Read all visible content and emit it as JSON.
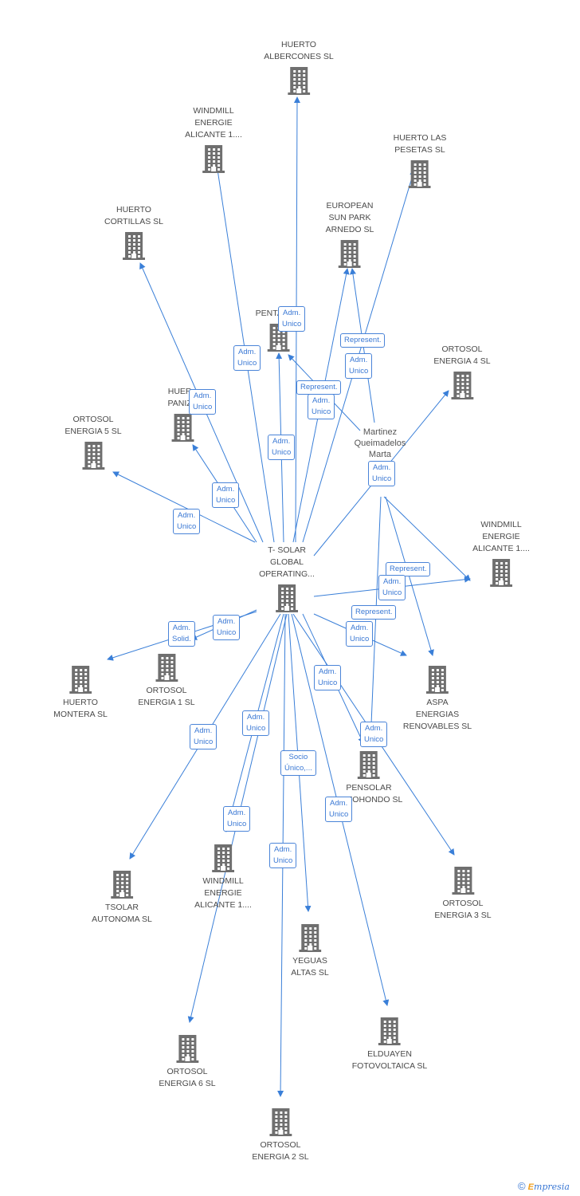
{
  "colors": {
    "edge": "#3a7fd8",
    "icon": "#6f6f6f",
    "label": "#4a4a4a"
  },
  "nodes": [
    {
      "id": "center",
      "lines": [
        "T- SOLAR",
        "GLOBAL",
        "OPERATING..."
      ],
      "icon": "building-icon"
    },
    {
      "id": "albercones",
      "lines": [
        "HUERTO",
        "ALBERCONES SL"
      ],
      "icon": "building-icon"
    },
    {
      "id": "windmill_top",
      "lines": [
        "WINDMILL",
        "ENERGIE",
        "ALICANTE 1...."
      ],
      "icon": "building-icon"
    },
    {
      "id": "pesetas",
      "lines": [
        "HUERTO LAS",
        "PESETAS SL"
      ],
      "icon": "building-icon"
    },
    {
      "id": "european",
      "lines": [
        "EUROPEAN",
        "SUN PARK",
        "ARNEDO SL"
      ],
      "icon": "building-icon"
    },
    {
      "id": "cortillas",
      "lines": [
        "HUERTO",
        "CORTILLAS SL"
      ],
      "icon": "building-icon"
    },
    {
      "id": "pentas",
      "lines": [
        "PENTAS  ...L"
      ],
      "icon": "building-icon"
    },
    {
      "id": "ortosol4",
      "lines": [
        "ORTOSOL",
        "ENERGIA 4 SL"
      ],
      "icon": "building-icon"
    },
    {
      "id": "panizo",
      "lines": [
        "HUER...",
        "PANIZ..."
      ],
      "icon": "building-icon"
    },
    {
      "id": "ortosol5",
      "lines": [
        "ORTOSOL",
        "ENERGIA 5 SL"
      ],
      "icon": "building-icon"
    },
    {
      "id": "person",
      "lines": [
        "Martinez",
        "Queimadelos",
        "Marta"
      ],
      "icon": "person-icon"
    },
    {
      "id": "windmill_right",
      "lines": [
        "WINDMILL",
        "ENERGIE",
        "ALICANTE 1...."
      ],
      "icon": "building-icon"
    },
    {
      "id": "montera",
      "lines": [
        "HUERTO",
        "MONTERA SL"
      ],
      "icon": "building-icon"
    },
    {
      "id": "ortosol1",
      "lines": [
        "ORTOSOL",
        "ENERGIA 1 SL"
      ],
      "icon": "building-icon"
    },
    {
      "id": "aspa",
      "lines": [
        "ASPA",
        "ENERGIAS",
        "RENOVABLES SL"
      ],
      "icon": "building-icon"
    },
    {
      "id": "pensolar",
      "lines": [
        "PENSOLAR",
        "POZOHONDO SL"
      ],
      "icon": "building-icon"
    },
    {
      "id": "tsolar_autonoma",
      "lines": [
        "TSOLAR",
        "AUTONOMA  SL"
      ],
      "icon": "building-icon"
    },
    {
      "id": "windmill_bottom",
      "lines": [
        "WINDMILL",
        "ENERGIE",
        "ALICANTE 1...."
      ],
      "icon": "building-icon"
    },
    {
      "id": "ortosol3",
      "lines": [
        "ORTOSOL",
        "ENERGIA 3 SL"
      ],
      "icon": "building-icon"
    },
    {
      "id": "yeguas",
      "lines": [
        "YEGUAS",
        "ALTAS SL"
      ],
      "icon": "building-icon"
    },
    {
      "id": "ortosol6",
      "lines": [
        "ORTOSOL",
        "ENERGIA 6 SL"
      ],
      "icon": "building-icon"
    },
    {
      "id": "elduayen",
      "lines": [
        "ELDUAYEN",
        "FOTOVOLTAICA SL"
      ],
      "icon": "building-icon"
    },
    {
      "id": "ortosol2",
      "lines": [
        "ORTOSOL",
        "ENERGIA 2 SL"
      ],
      "icon": "building-icon"
    }
  ],
  "edge_labels": [
    {
      "id": "l01",
      "lines": [
        "Adm.",
        "Unico"
      ]
    },
    {
      "id": "l02",
      "lines": [
        "Adm.",
        "Unico"
      ]
    },
    {
      "id": "l03",
      "lines": [
        "Represent."
      ]
    },
    {
      "id": "l04",
      "lines": [
        "Adm.",
        "Unico"
      ]
    },
    {
      "id": "l05",
      "lines": [
        "Represent."
      ]
    },
    {
      "id": "l06",
      "lines": [
        "Adm.",
        "Unico"
      ]
    },
    {
      "id": "l07",
      "lines": [
        "Adm.",
        "Unico"
      ]
    },
    {
      "id": "l08",
      "lines": [
        "Adm.",
        "Unico"
      ]
    },
    {
      "id": "l09",
      "lines": [
        "Adm.",
        "Unico"
      ]
    },
    {
      "id": "l10",
      "lines": [
        "Adm.",
        "Unico"
      ]
    },
    {
      "id": "l11",
      "lines": [
        "Adm.",
        "Unico"
      ]
    },
    {
      "id": "l12",
      "lines": [
        "Represent."
      ]
    },
    {
      "id": "l13",
      "lines": [
        "Adm.",
        "Unico"
      ]
    },
    {
      "id": "l14",
      "lines": [
        "Represent."
      ]
    },
    {
      "id": "l15",
      "lines": [
        "Adm.",
        "Unico"
      ]
    },
    {
      "id": "l16",
      "lines": [
        "Adm.",
        "Solid."
      ]
    },
    {
      "id": "l17",
      "lines": [
        "Adm.",
        "Unico"
      ]
    },
    {
      "id": "l18",
      "lines": [
        "Adm.",
        "Unico"
      ]
    },
    {
      "id": "l19",
      "lines": [
        "Adm.",
        "Unico"
      ]
    },
    {
      "id": "l20",
      "lines": [
        "Adm.",
        "Unico"
      ]
    },
    {
      "id": "l21",
      "lines": [
        "Adm.",
        "Unico"
      ]
    },
    {
      "id": "l22",
      "lines": [
        "Socio",
        "Único,..."
      ]
    },
    {
      "id": "l23",
      "lines": [
        "Adm.",
        "Unico"
      ]
    },
    {
      "id": "l24",
      "lines": [
        "Adm.",
        "Unico"
      ]
    },
    {
      "id": "l25",
      "lines": [
        "Adm.",
        "Unico"
      ]
    }
  ],
  "edges": [
    {
      "from": "center",
      "to": "albercones"
    },
    {
      "from": "center",
      "to": "windmill_top"
    },
    {
      "from": "center",
      "to": "pesetas"
    },
    {
      "from": "center",
      "to": "european"
    },
    {
      "from": "center",
      "to": "cortillas"
    },
    {
      "from": "center",
      "to": "pentas"
    },
    {
      "from": "center",
      "to": "panizo"
    },
    {
      "from": "center",
      "to": "ortosol5"
    },
    {
      "from": "center",
      "to": "ortosol4"
    },
    {
      "from": "center",
      "to": "windmill_right"
    },
    {
      "from": "center",
      "to": "montera"
    },
    {
      "from": "center",
      "to": "ortosol1"
    },
    {
      "from": "center",
      "to": "aspa"
    },
    {
      "from": "center",
      "to": "pensolar"
    },
    {
      "from": "center",
      "to": "tsolar_autonoma"
    },
    {
      "from": "center",
      "to": "windmill_bottom"
    },
    {
      "from": "center",
      "to": "ortosol3"
    },
    {
      "from": "center",
      "to": "yeguas"
    },
    {
      "from": "center",
      "to": "ortosol6"
    },
    {
      "from": "center",
      "to": "elduayen"
    },
    {
      "from": "center",
      "to": "ortosol2"
    },
    {
      "from": "person",
      "to": "european"
    },
    {
      "from": "person",
      "to": "pentas"
    },
    {
      "from": "person",
      "to": "windmill_right"
    },
    {
      "from": "person",
      "to": "aspa"
    },
    {
      "from": "person",
      "to": "pensolar"
    }
  ],
  "footer": {
    "copyright": "©",
    "brand_initial": "E",
    "brand_rest": "mpresia"
  }
}
